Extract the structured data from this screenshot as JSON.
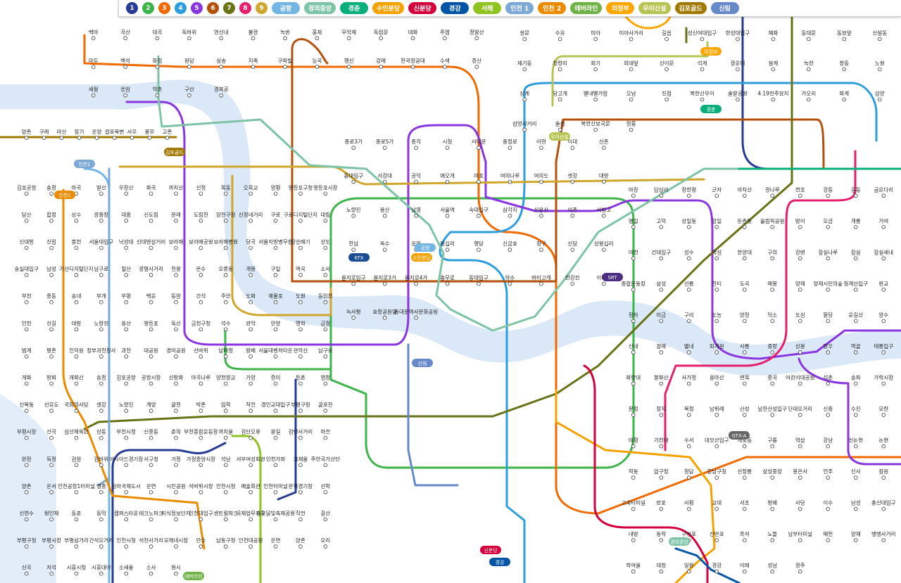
{
  "legend": [
    {
      "label": "1",
      "color": "#263c96",
      "kind": "num"
    },
    {
      "label": "2",
      "color": "#3cb44a",
      "kind": "num"
    },
    {
      "label": "3",
      "color": "#f06a00",
      "kind": "num"
    },
    {
      "label": "4",
      "color": "#2c9ede",
      "kind": "num"
    },
    {
      "label": "5",
      "color": "#8936e0",
      "kind": "num"
    },
    {
      "label": "6",
      "color": "#b5500b",
      "kind": "num"
    },
    {
      "label": "7",
      "color": "#697215",
      "kind": "num"
    },
    {
      "label": "8",
      "color": "#e51e6e",
      "kind": "num"
    },
    {
      "label": "9",
      "color": "#d1a62c",
      "kind": "num"
    },
    {
      "label": "공항",
      "color": "#73b6e4",
      "kind": "txt"
    },
    {
      "label": "경의중앙",
      "color": "#7cc4a5",
      "kind": "txt"
    },
    {
      "label": "경춘",
      "color": "#08af7b",
      "kind": "txt"
    },
    {
      "label": "수인분당",
      "color": "#f5a200",
      "kind": "txt"
    },
    {
      "label": "신분당",
      "color": "#d4003b",
      "kind": "txt"
    },
    {
      "label": "경강",
      "color": "#0054a6",
      "kind": "txt"
    },
    {
      "label": "서해",
      "color": "#8fc31f",
      "kind": "txt"
    },
    {
      "label": "인천 1",
      "color": "#7ca8d5",
      "kind": "txt"
    },
    {
      "label": "인천 2",
      "color": "#ed8b00",
      "kind": "txt"
    },
    {
      "label": "에버라인",
      "color": "#6fb245",
      "kind": "txt"
    },
    {
      "label": "의정부",
      "color": "#fda600",
      "kind": "txt"
    },
    {
      "label": "우이신설",
      "color": "#b7c452",
      "kind": "txt"
    },
    {
      "label": "김포골드",
      "color": "#a17800",
      "kind": "txt"
    },
    {
      "label": "신림",
      "color": "#6789ca",
      "kind": "txt"
    }
  ],
  "stations": {
    "top": [
      "백마",
      "곡산",
      "대곡",
      "독바위",
      "연신내",
      "불광",
      "녹번",
      "홍제",
      "무악재",
      "독립문",
      "대화",
      "주엽",
      "정발산",
      "마두",
      "백석",
      "화정",
      "원당",
      "삼송",
      "지축",
      "구파발",
      "능곡",
      "행신",
      "강매",
      "한국항공대",
      "수색",
      "증산",
      "새절",
      "응암",
      "역촌",
      "구산",
      "경복궁"
    ],
    "north": [
      "쌍문",
      "수유",
      "미아",
      "미아사거리",
      "길음",
      "성신여대입구",
      "한성대입구",
      "혜화",
      "동대문",
      "동묘앞",
      "신설동",
      "제기동",
      "청량리",
      "회기",
      "외대앞",
      "신이문",
      "석계",
      "광운대",
      "월계",
      "녹천",
      "창동",
      "노원",
      "상계",
      "당고개",
      "별내별가람",
      "오남",
      "진접",
      "북한산우이",
      "솔밭공원",
      "4.19민주묘지",
      "가오리",
      "화계",
      "삼양",
      "삼양사거리",
      "솔샘",
      "북한산보국문",
      "정릉"
    ],
    "central": [
      "종로3가",
      "종로5가",
      "종각",
      "시청",
      "서대문",
      "충정로",
      "아현",
      "이대",
      "신촌",
      "홍대입구",
      "서강대",
      "공덕",
      "애오개",
      "마포",
      "여의나루",
      "여의도",
      "샛강",
      "대방",
      "노량진",
      "용산",
      "남영",
      "서울역",
      "숙대입구",
      "삼각지",
      "신용산",
      "이촌",
      "서빙고",
      "한남",
      "옥수",
      "응봉",
      "왕십리",
      "행당",
      "신금호",
      "청구",
      "신당",
      "상왕십리",
      "을지로입구",
      "을지로3가",
      "을지로4가",
      "충무로",
      "동대입구",
      "약수",
      "버티고개",
      "한강진",
      "이태원",
      "녹사평",
      "효창공원앞",
      "동대문역사문화공원"
    ],
    "east": [
      "마장",
      "답십리",
      "장한평",
      "군자",
      "아차산",
      "광나루",
      "천호",
      "강동",
      "길동",
      "굽은다리",
      "명일",
      "고덕",
      "상일동",
      "강일",
      "둔촌동",
      "올림픽공원",
      "방이",
      "오금",
      "개롱",
      "거여",
      "마천",
      "건대입구",
      "성수",
      "뚝섬",
      "한양대",
      "구의",
      "강변",
      "잠실나루",
      "잠실",
      "잠실새내",
      "종합운동장",
      "삼성",
      "선릉",
      "한티",
      "도곡",
      "매봉",
      "양재",
      "양재시민의숲",
      "청계산입구",
      "판교",
      "정자",
      "미금",
      "구리",
      "도농",
      "양정",
      "덕소",
      "도심",
      "팔당",
      "운길산",
      "양수",
      "신내",
      "갈매",
      "별내",
      "퇴계원",
      "사릉",
      "중랑",
      "상봉",
      "망우",
      "먹골",
      "태릉입구",
      "화랑대",
      "봉화산",
      "사가정",
      "용마산",
      "면목",
      "중곡",
      "어린이대공원",
      "석촌",
      "송파",
      "가락시장",
      "문정",
      "장지",
      "복정",
      "남위례",
      "산성",
      "남한산성입구",
      "단대오거리",
      "신흥",
      "수진",
      "모란",
      "태평",
      "가천대",
      "수서",
      "대모산입구",
      "개포동",
      "구룡",
      "역삼",
      "강남",
      "신논현",
      "논현",
      "학동",
      "압구정",
      "청담",
      "강남구청",
      "선정릉",
      "삼성중앙",
      "봉은사",
      "언주",
      "신사",
      "잠원",
      "고속터미널",
      "반포",
      "사평",
      "교대",
      "서초",
      "방배",
      "사당",
      "이수",
      "남성",
      "총신대입구",
      "내방",
      "동작",
      "구반포",
      "신반포",
      "흑석",
      "노들",
      "남부터미널",
      "매헌",
      "양재",
      "뱅뱅사거리",
      "학여울",
      "대청",
      "일원",
      "경강",
      "이매",
      "성남",
      "광주"
    ],
    "west": [
      "김포공항",
      "송정",
      "마곡",
      "발산",
      "우장산",
      "화곡",
      "까치산",
      "신정",
      "목동",
      "오목교",
      "양평",
      "영등포구청",
      "영등포시장",
      "당산",
      "합정",
      "상수",
      "광흥창",
      "대흥",
      "신도림",
      "문래",
      "도림천",
      "양천구청",
      "신정네거리",
      "구로",
      "구로디지털단지",
      "대림",
      "신대방",
      "신림",
      "봉천",
      "서울대입구",
      "낙성대",
      "신대방삼거리",
      "보라매",
      "보라매공원",
      "보라매병원",
      "당곡",
      "서울지방병무청",
      "장승배기",
      "상도",
      "숭실대입구",
      "남성",
      "가산디지털단지",
      "남구로",
      "철산",
      "광명사거리",
      "천왕",
      "온수",
      "오류동",
      "개봉",
      "구일",
      "역곡",
      "소사",
      "부천",
      "중동",
      "송내",
      "부개",
      "부평",
      "백운",
      "동암",
      "간석",
      "주안",
      "도화",
      "제물포",
      "도원",
      "동인천",
      "인천",
      "신길",
      "대방",
      "노량진",
      "용산",
      "영등포",
      "독산",
      "금천구청",
      "석수",
      "관악",
      "안양",
      "명학",
      "금정",
      "범계",
      "평촌",
      "인덕원",
      "정부과천청사",
      "과천",
      "대공원",
      "경마공원",
      "선바위",
      "남태령",
      "방배",
      "서울대벤처타운",
      "관악산",
      "남구로",
      "개화",
      "방화",
      "개화산",
      "송정",
      "김포공항",
      "공항시장",
      "신방화",
      "마곡나루",
      "양천향교",
      "가양",
      "증미",
      "등촌",
      "염창",
      "신목동",
      "선유도",
      "국회의사당",
      "샛강",
      "노량진",
      "계양",
      "귤현",
      "박촌",
      "임학",
      "작전",
      "경인교대입구",
      "부평구청",
      "굴포천",
      "부평시장",
      "산곡",
      "삼산체육관",
      "상동",
      "부천시청",
      "신중동",
      "춘의",
      "부천종합운동장",
      "까치울",
      "검단오류",
      "왕길",
      "검단사거리",
      "마전",
      "완정",
      "독정",
      "검암",
      "검바위",
      "아시아드경기장",
      "서구청",
      "가정",
      "가정중앙시장",
      "석남",
      "서부여성회관",
      "인천가좌",
      "가재울",
      "주안국가산단",
      "양촌",
      "운서",
      "인천공항1터미널",
      "영종",
      "청라국제도시",
      "운연",
      "시민공원",
      "석바위시장",
      "인천시청",
      "예술회관",
      "인천터미널",
      "문학경기장",
      "선학",
      "신연수",
      "원인재",
      "동춘",
      "동막",
      "캠퍼스타운",
      "테크노파크",
      "지식정보단지",
      "인천대입구",
      "센트럴파크",
      "국제업무지구",
      "송도달빛축제공원",
      "작전",
      "갈산",
      "부평구청",
      "부평시장",
      "부평삼거리",
      "간석오거리",
      "인천시청",
      "석천사거리",
      "모래내시장",
      "만수",
      "남동구청",
      "인천대공원",
      "운연",
      "양촌",
      "오리",
      "신곡",
      "지석",
      "시흥시청",
      "시흥대야",
      "소새울",
      "소사",
      "원시"
    ],
    "yangcheon": [
      "양촌",
      "구래",
      "마산",
      "장기",
      "운양",
      "걸포북변",
      "사우",
      "풍무",
      "고촌"
    ]
  },
  "badges": {
    "ktx": "KTX",
    "srt": "SRT",
    "gtx": "GTX-A",
    "line_sinbundang": "신분당",
    "line_sinlim": "신림",
    "line_gyeongchun": "경춘",
    "line_uijeongbu": "의정부",
    "line_ui": "우이신설",
    "line_gimpo": "김포골드",
    "line_incheon1": "인천1",
    "line_incheon2": "인천2",
    "line_suin": "수인분당",
    "line_airport": "공항",
    "line_gyeongui": "경의중앙",
    "line_gyeonggang": "경강",
    "line_everline": "에버라인"
  }
}
